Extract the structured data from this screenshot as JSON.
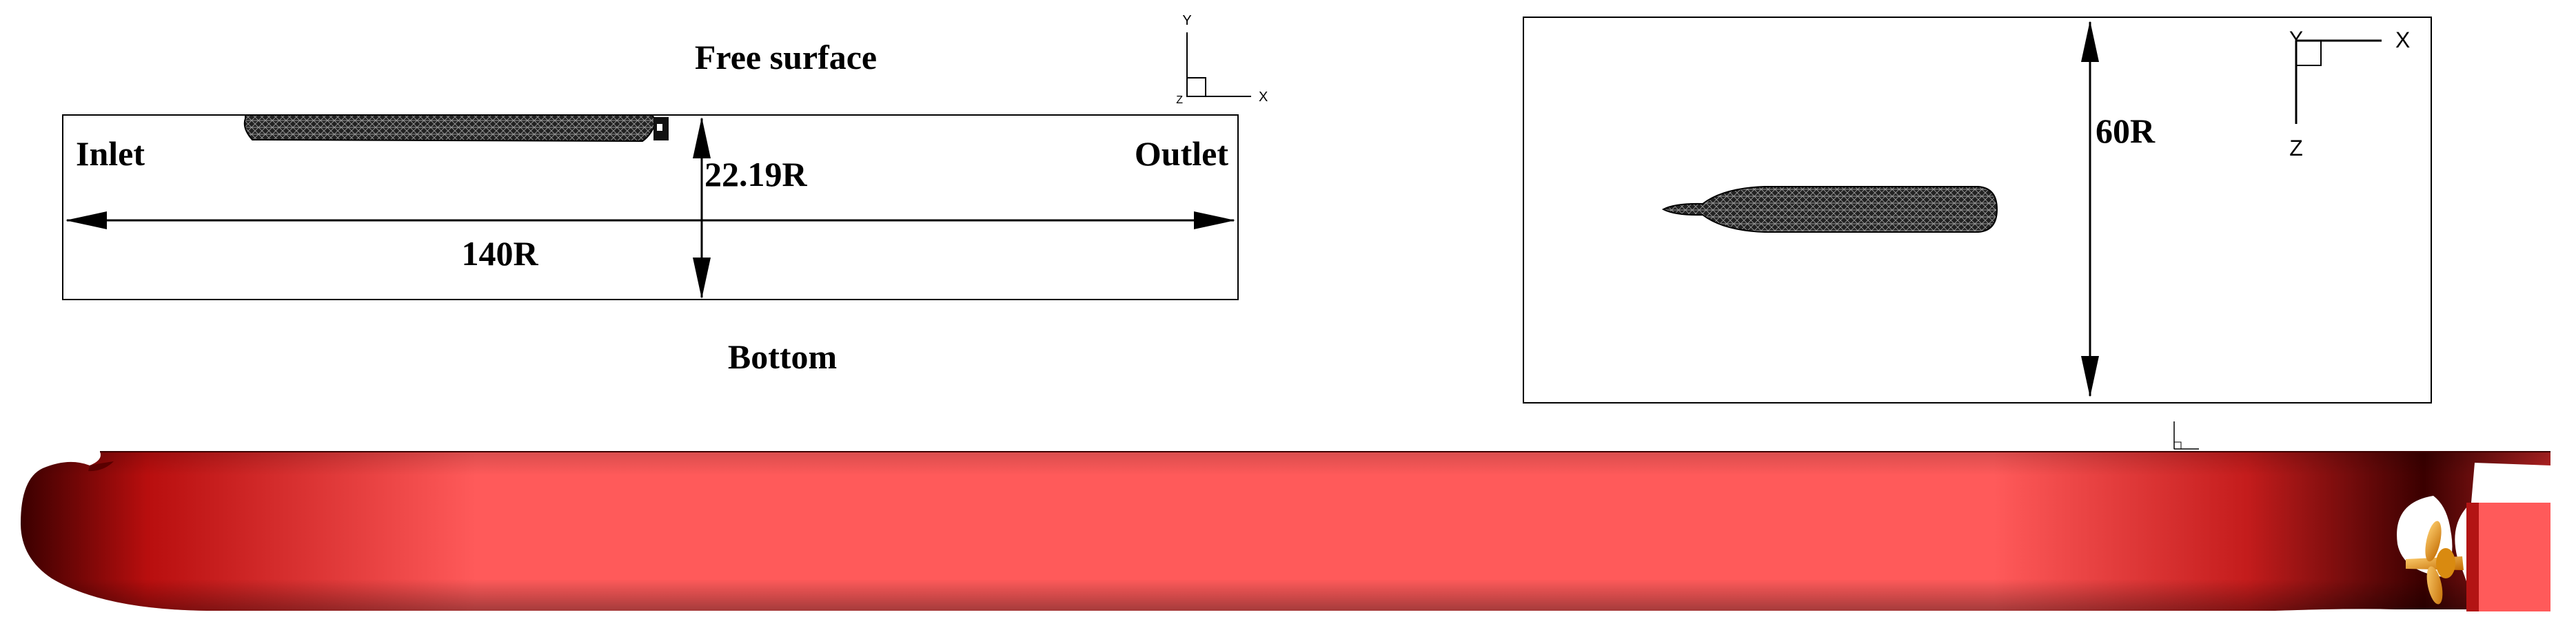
{
  "side_view": {
    "free_surface_label": "Free surface",
    "bottom_label": "Bottom",
    "inlet_label": "Inlet",
    "outlet_label": "Outlet",
    "length_label": "140R",
    "depth_label": "22.19R",
    "axes": {
      "y": "Y",
      "x": "X",
      "z": "Z"
    }
  },
  "top_view": {
    "width_label": "60R",
    "axes": {
      "y": "Y",
      "x": "X",
      "z": "Z"
    }
  },
  "hull_render": {
    "colors": {
      "hull_light": "#ff5a5a",
      "hull_dark": "#3a0000",
      "propeller": "#f0a020"
    }
  }
}
